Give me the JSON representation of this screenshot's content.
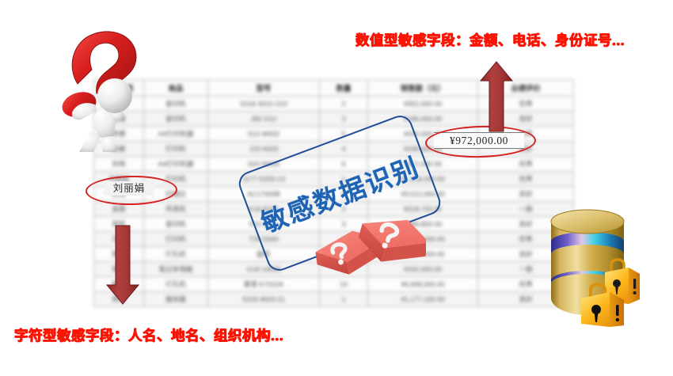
{
  "labels": {
    "numeric_sensitive": "数值型敏感字段：金额、电话、身份证号...",
    "character_sensitive": "字符型敏感字段：人名、地名、组织机构...",
    "banner": "敏感数据识别"
  },
  "highlights": {
    "amount_value": "¥972,000.00",
    "name_value": "刘丽娟"
  },
  "colors": {
    "label_red": "#fb1405",
    "ellipse_red": "#d61f1f",
    "arrow_red": "#a83232",
    "banner_border_blue": "#1f4e96",
    "banner_text_blue": "#1f63b4",
    "block_red": "#ef6a62",
    "db_gold": "#c9a544",
    "lock_orange": "#f5a623"
  },
  "table": {
    "headers": [
      "销售人员",
      "商品",
      "型号",
      "数量",
      "销售额（元）",
      "业绩评价"
    ],
    "rows": [
      [
        "王海",
        "复印机",
        "S318 3010-21D",
        "2",
        "¥352,000.00",
        "优秀"
      ],
      [
        "张强",
        "复印机",
        "J83 X1U",
        "3",
        "¥186,000.00",
        "良好"
      ],
      [
        "李娜",
        "A4打印机器",
        "S13 W632",
        "5",
        "¥240,000.00",
        "优秀"
      ],
      [
        "赵敏",
        "打印机",
        "J19 N320",
        "4",
        "¥198,000.00",
        "良好"
      ],
      [
        "孙杨",
        "A4打印机器",
        "S03 W630",
        "6",
        "¥972,000.00",
        "优秀"
      ],
      [
        "刘丽娟",
        "打印机",
        "J177 D200-13",
        "1",
        "¥1,208,000.00",
        "优秀"
      ],
      [
        "周涛",
        "扫描仪",
        "AC17000B",
        "8",
        "¥3,512,000.00",
        "良好"
      ],
      [
        "吴霞",
        "传真机",
        "K18 B229",
        "2",
        "¥218,720.00",
        "一般"
      ],
      [
        "郑凯",
        "复印机",
        "F02 L103",
        "3",
        "¥289,800.00",
        "良好"
      ],
      [
        "冯丽",
        "打印机",
        "T20 D560",
        "4",
        "¥1,138,200.00",
        "优秀"
      ],
      [
        "陈宇",
        "打孔机",
        "副机",
        "2",
        "¥5,127,000.00",
        "良好"
      ],
      [
        "蒋鑫",
        "笔记本电脑",
        "G18 14630",
        "1",
        "¥192,000.00",
        "一般"
      ],
      [
        "韩梅",
        "打孔机",
        "惠普 K7010A",
        "10",
        "¥6,848,000.00",
        "优秀"
      ],
      [
        "杨帆",
        "服务器",
        "S233 8003-21",
        "1",
        "¥1,177,100.00",
        "良好"
      ]
    ]
  },
  "icons": {
    "mannequin": "3d-figure-carrying-question-mark",
    "blocks": "3d-red-question-blocks",
    "database": "database-cylinder-with-padlocks",
    "arrow_up": "red-up-arrow",
    "arrow_down": "red-down-arrow",
    "ellipse_amount": "red-ellipse-highlight",
    "ellipse_name": "red-ellipse-highlight"
  }
}
